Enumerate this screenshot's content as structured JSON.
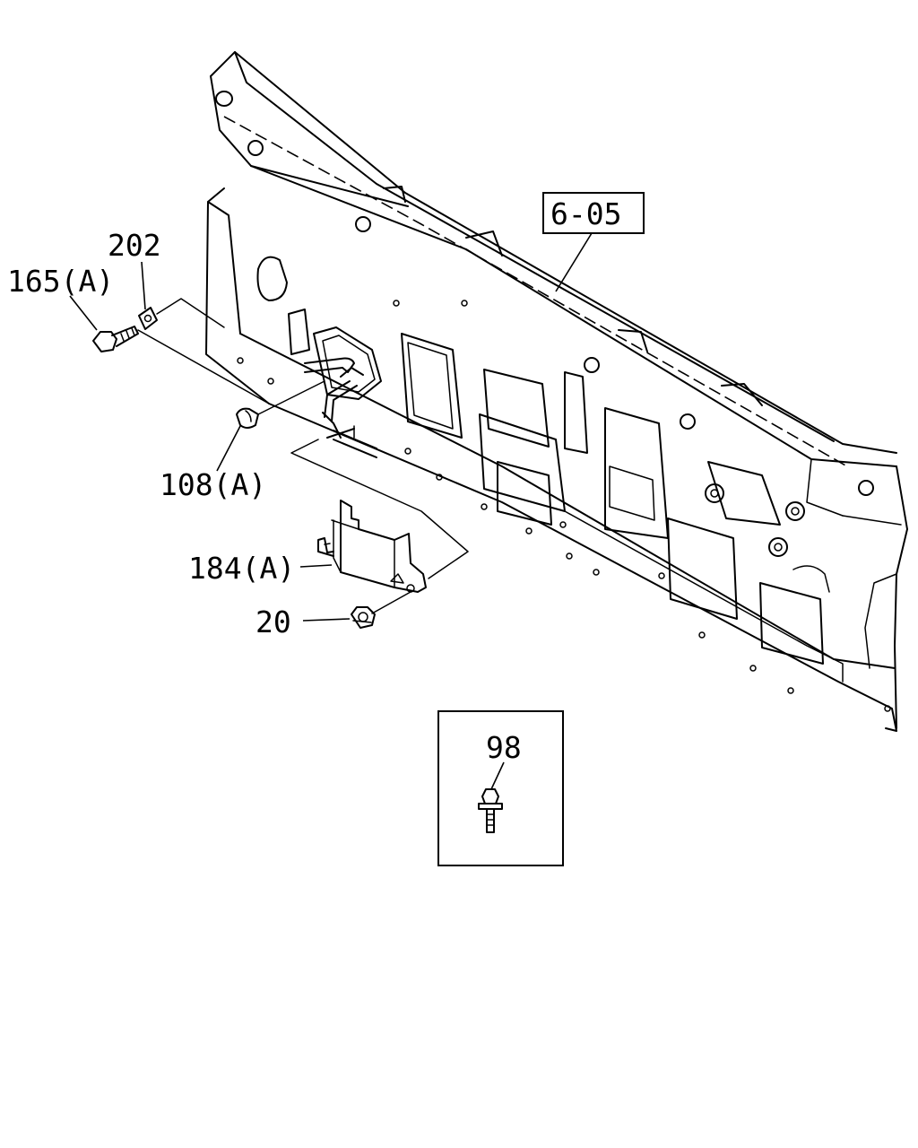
{
  "callouts": {
    "ref_605": "6-05",
    "p202": "202",
    "p165a": "165(A)",
    "p108a": "108(A)",
    "p184a": "184(A)",
    "p20": "20",
    "p98": "98"
  },
  "icons": [
    "hex-bolt-icon",
    "square-washer-icon",
    "clip-icon",
    "bracket-icon",
    "flange-nut-icon",
    "flange-bolt-icon"
  ],
  "colors": {
    "line": "#000000",
    "background": "#ffffff"
  }
}
